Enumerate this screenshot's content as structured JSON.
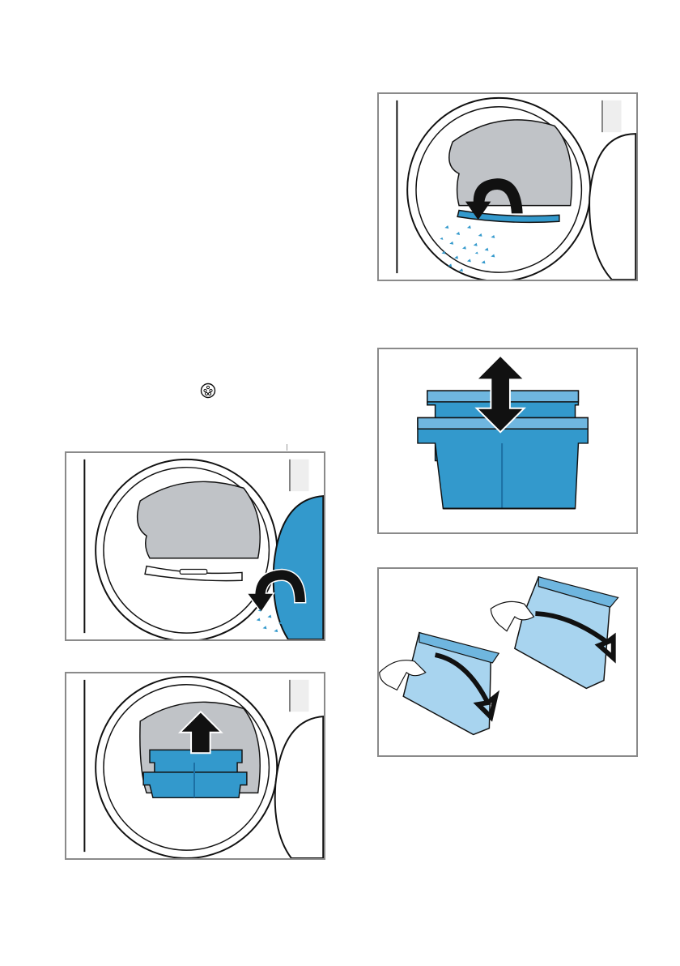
{
  "page": {
    "inline_symbol": "filter-symbol-icon",
    "illustrations": [
      "empty-fluff-into-drum-illustration",
      "remove-filter-from-door-illustration",
      "open-door-with-fluff-illustration",
      "lift-filter-insert-illustration",
      "open-filter-by-hand-illustration"
    ]
  },
  "colors": {
    "filter_blue": "#3399cc",
    "filter_light_blue": "#a8d4ef",
    "filter_dark_blue": "#1c6fa3",
    "drum_gray": "#c0c3c7",
    "outline": "#111111",
    "panel_border": "#8a8a8a"
  }
}
